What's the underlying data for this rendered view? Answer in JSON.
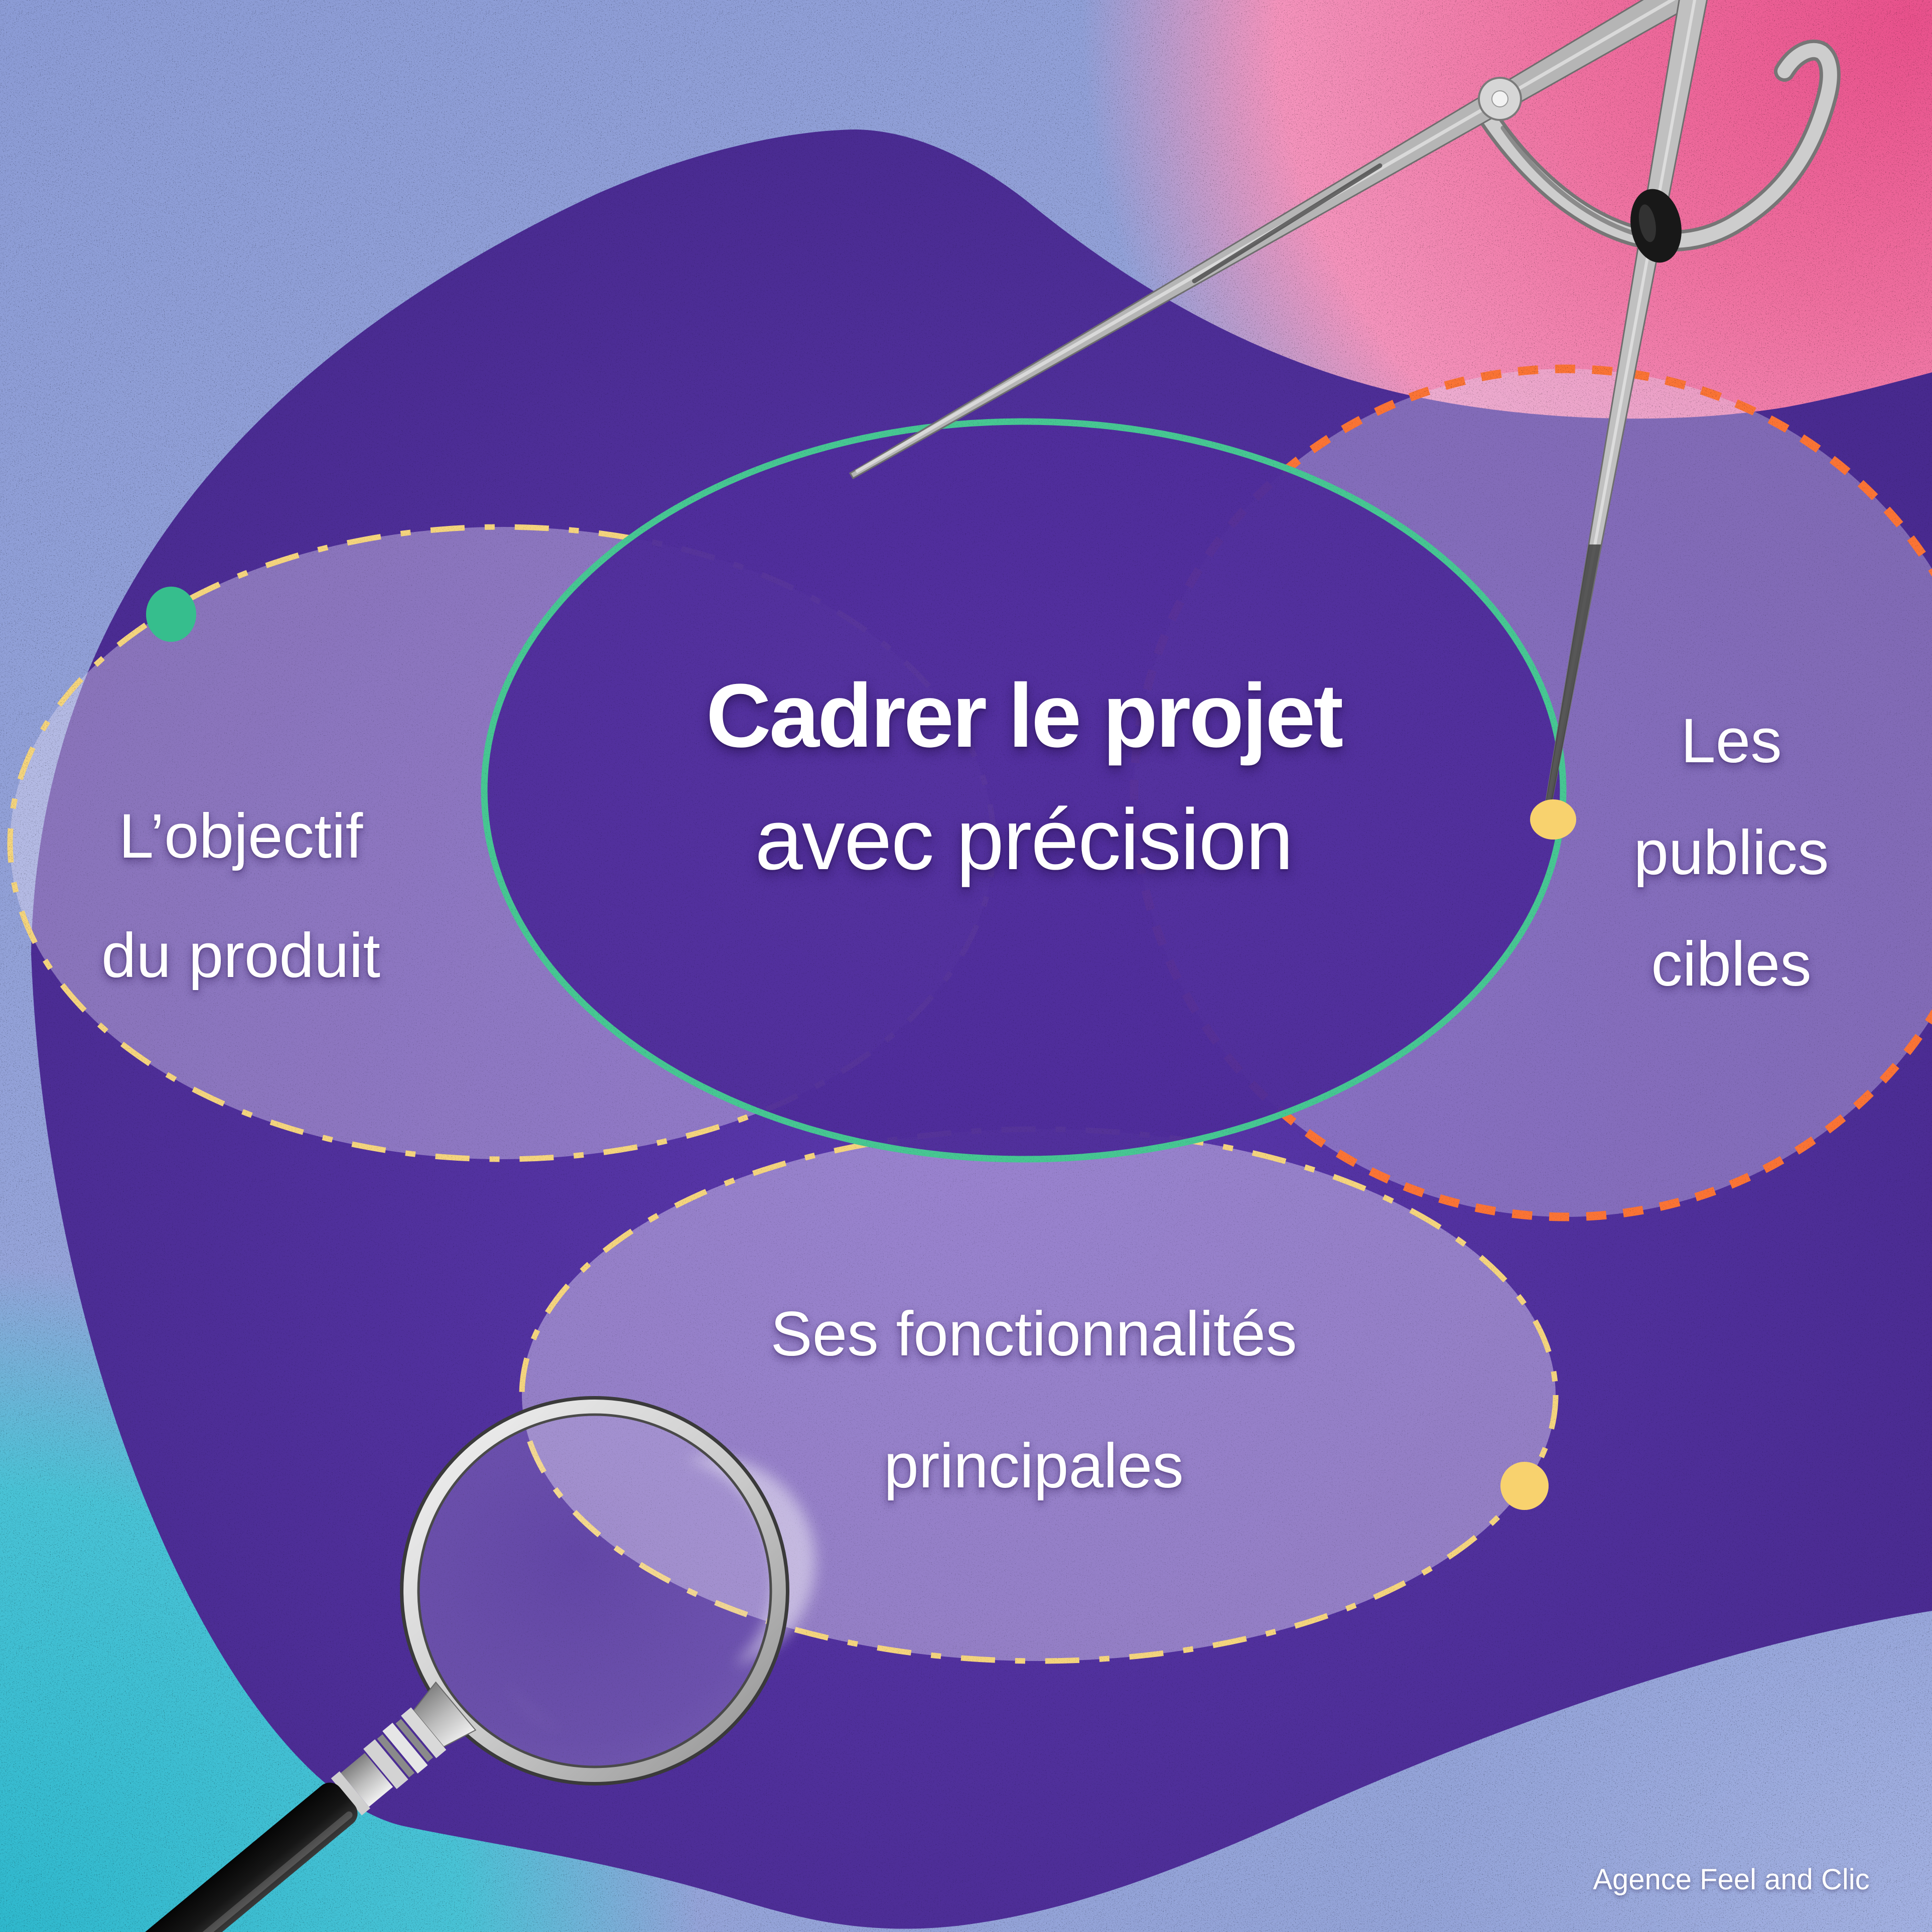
{
  "title": {
    "line1": "Cadrer le projet",
    "line2": "avec précision"
  },
  "venn": {
    "left": {
      "line1": "L’objectif",
      "line2": "du produit"
    },
    "right": {
      "line1": "Les",
      "line2": "publics",
      "line3": "cibles"
    },
    "bottom": {
      "line1": "Ses fonctionnalités",
      "line2": "principales"
    },
    "center": {
      "label": "Cadrer le projet avec précision"
    }
  },
  "watermark": "Agence Feel and Clic",
  "icons": {
    "compass": "wing-divider-compass",
    "magnifier": "magnifying-glass"
  },
  "colors": {
    "center_border_green": "#47C793",
    "dash_yellow": "#F5D57E",
    "dash_orange": "#FB7435",
    "dot_green": "#36BE8D",
    "dot_yellow": "#F8D26E",
    "center_fill": "#4F2D9C",
    "blob_purple": "#4A2C90",
    "bg_pink": "#F075A6",
    "bg_periwinkle": "#96A4DA",
    "bg_teal": "#49C3D6",
    "text": "#FFFFFF"
  }
}
